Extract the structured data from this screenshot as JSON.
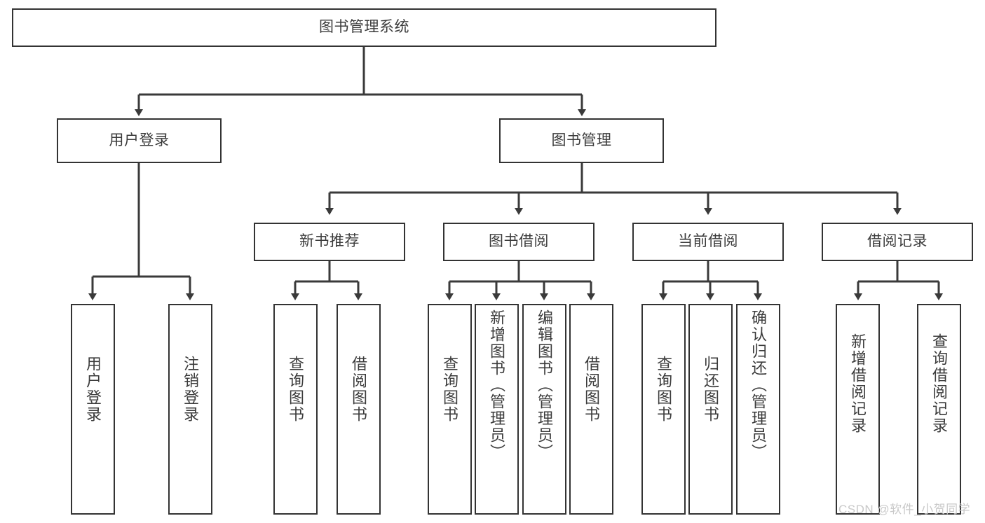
{
  "diagram": {
    "title": "图书管理系统",
    "watermark": "CSDN @软件_小贺同学",
    "colors": {
      "box_border": "#333333",
      "box_fill": "#ffffff",
      "connector": "#3a3a3a",
      "text": "#3b3b3b",
      "watermark": "#c9c9c9",
      "background": "#ffffff"
    },
    "root": {
      "label": "图书管理系统"
    },
    "level2": [
      {
        "label": "用户登录"
      },
      {
        "label": "图书管理"
      }
    ],
    "level3": [
      {
        "label": "新书推荐"
      },
      {
        "label": "图书借阅"
      },
      {
        "label": "当前借阅"
      },
      {
        "label": "借阅记录"
      }
    ],
    "leaves": {
      "user_login": [
        {
          "label": "用户登录"
        },
        {
          "label": "注销登录"
        }
      ],
      "new_book_recommend": [
        {
          "label": "查询图书"
        },
        {
          "label": "借阅图书"
        }
      ],
      "book_borrow": [
        {
          "label": "查询图书"
        },
        {
          "label": "新增图书（管理员）"
        },
        {
          "label": "编辑图书（管理员）"
        },
        {
          "label": "借阅图书"
        }
      ],
      "current_borrow": [
        {
          "label": "查询图书"
        },
        {
          "label": "归还图书"
        },
        {
          "label": "确认归还（管理员）"
        }
      ],
      "borrow_record": [
        {
          "label": "新增借阅记录"
        },
        {
          "label": "查询借阅记录"
        }
      ]
    }
  }
}
